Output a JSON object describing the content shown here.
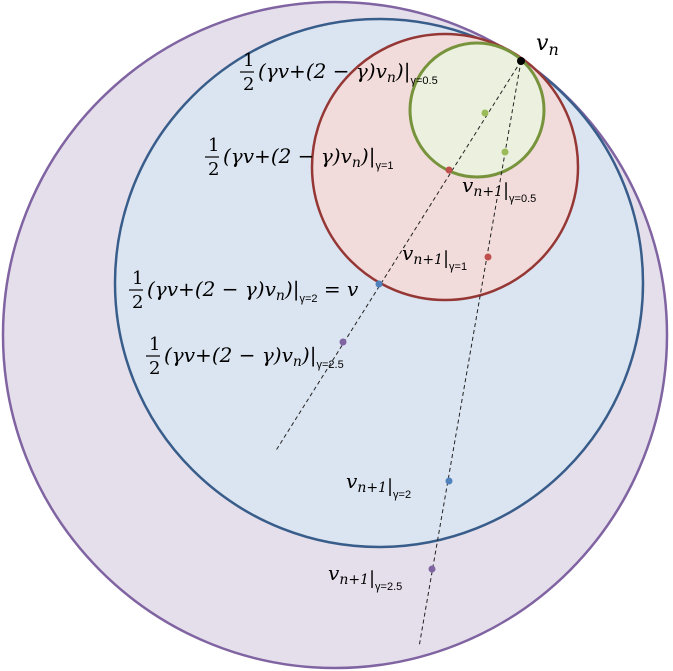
{
  "colors": {
    "outer_fill": "#e5dfec",
    "outer_stroke": "#8064a2",
    "blue_fill": "#dbe5f1",
    "blue_stroke": "#385d8a",
    "red_fill": "#f2dcdb",
    "red_stroke": "#953735",
    "green_fill": "#ebf1de",
    "green_stroke": "#77933c",
    "dot_green": "#9bbb59",
    "dot_red": "#c0504d",
    "dot_blue": "#4f81bd",
    "dot_purple": "#8064a2"
  },
  "vn_label": {
    "base": "v",
    "sub": "n"
  },
  "mid_labels": [
    {
      "num": "1",
      "den": "2",
      "expr": "(γv+(2 − γ)v",
      "sub": "n",
      "close": ")",
      "bar": "|",
      "cond": "γ=0.5",
      "suffix": ""
    },
    {
      "num": "1",
      "den": "2",
      "expr": "(γv+(2 − γ)v",
      "sub": "n",
      "close": ")",
      "bar": "|",
      "cond": "γ=1",
      "suffix": ""
    },
    {
      "num": "1",
      "den": "2",
      "expr": "(γv+(2 − γ)v",
      "sub": "n",
      "close": ")",
      "bar": "|",
      "cond": "γ=2",
      "suffix": " = v"
    },
    {
      "num": "1",
      "den": "2",
      "expr": "(γv+(2 − γ)v",
      "sub": "n",
      "close": ")",
      "bar": "|",
      "cond": "γ=2.5",
      "suffix": ""
    }
  ],
  "next_labels": [
    {
      "base": "v",
      "sub": "n+1",
      "bar": "|",
      "cond": "γ=0.5"
    },
    {
      "base": "v",
      "sub": "n+1",
      "bar": "|",
      "cond": "γ=1"
    },
    {
      "base": "v",
      "sub": "n+1",
      "bar": "|",
      "cond": "γ=2"
    },
    {
      "base": "v",
      "sub": "n+1",
      "bar": "|",
      "cond": "γ=2.5"
    }
  ]
}
